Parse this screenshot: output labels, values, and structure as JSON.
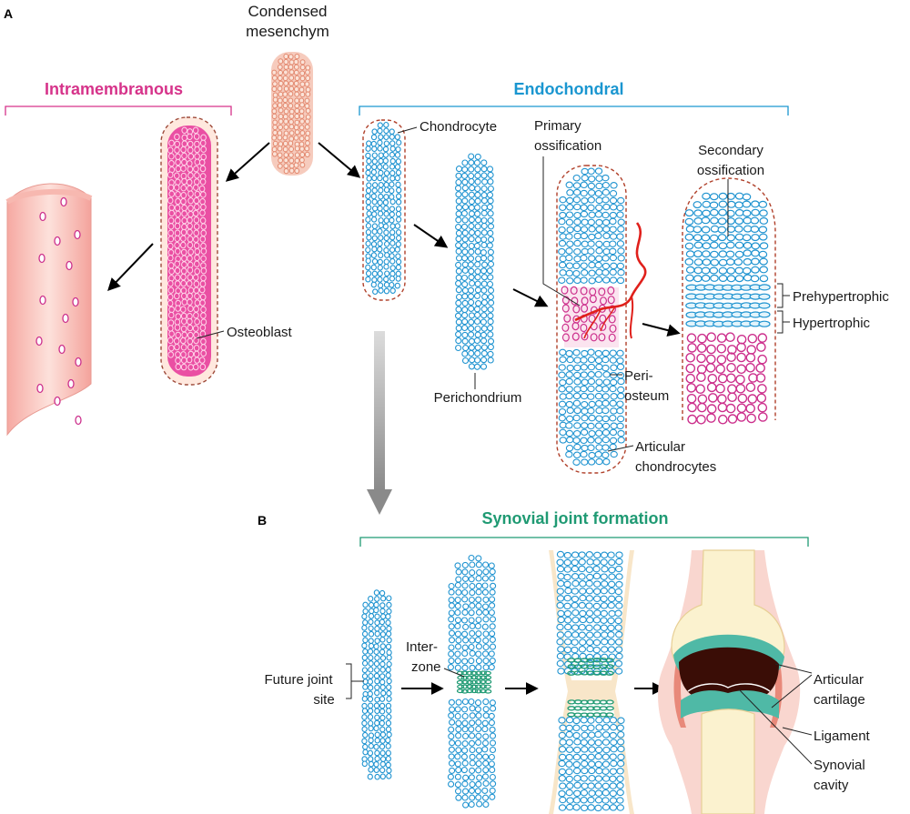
{
  "panels": {
    "a": "A",
    "b": "B"
  },
  "top_label": [
    "Condensed",
    "mesenchym"
  ],
  "intramembranous": {
    "title": "Intramembranous",
    "osteoblast": "Osteoblast"
  },
  "endochondral": {
    "title": "Endochondral",
    "chondrocyte": "Chondrocyte",
    "perichondrium": "Perichondrium",
    "primary": [
      "Primary",
      "ossification"
    ],
    "secondary": [
      "Secondary",
      "ossification"
    ],
    "periosteum": [
      "Peri-",
      "osteum"
    ],
    "articular_chondrocytes": [
      "Articular",
      "chondrocytes"
    ],
    "prehypertrophic": "Prehypertrophic",
    "hypertrophic": "Hypertrophic"
  },
  "synovial": {
    "title": "Synovial joint formation",
    "future_joint": [
      "Future joint",
      "site"
    ],
    "interzone": [
      "Inter-",
      "zone"
    ],
    "articular_cartilage": [
      "Articular",
      "cartilage"
    ],
    "ligament": "Ligament",
    "synovial_cavity": [
      "Synovial",
      "cavity"
    ]
  },
  "colors": {
    "intramembranous": "#d6338a",
    "endochondral": "#1a96d0",
    "synovial": "#1f9a73",
    "chondrocyte": "#1f93d0",
    "osteoblast": "#cc2f8c",
    "mesenchyme": "#e2876d",
    "blood_vessel": "#e0201b",
    "dark_cavity": "#3a0d06"
  }
}
